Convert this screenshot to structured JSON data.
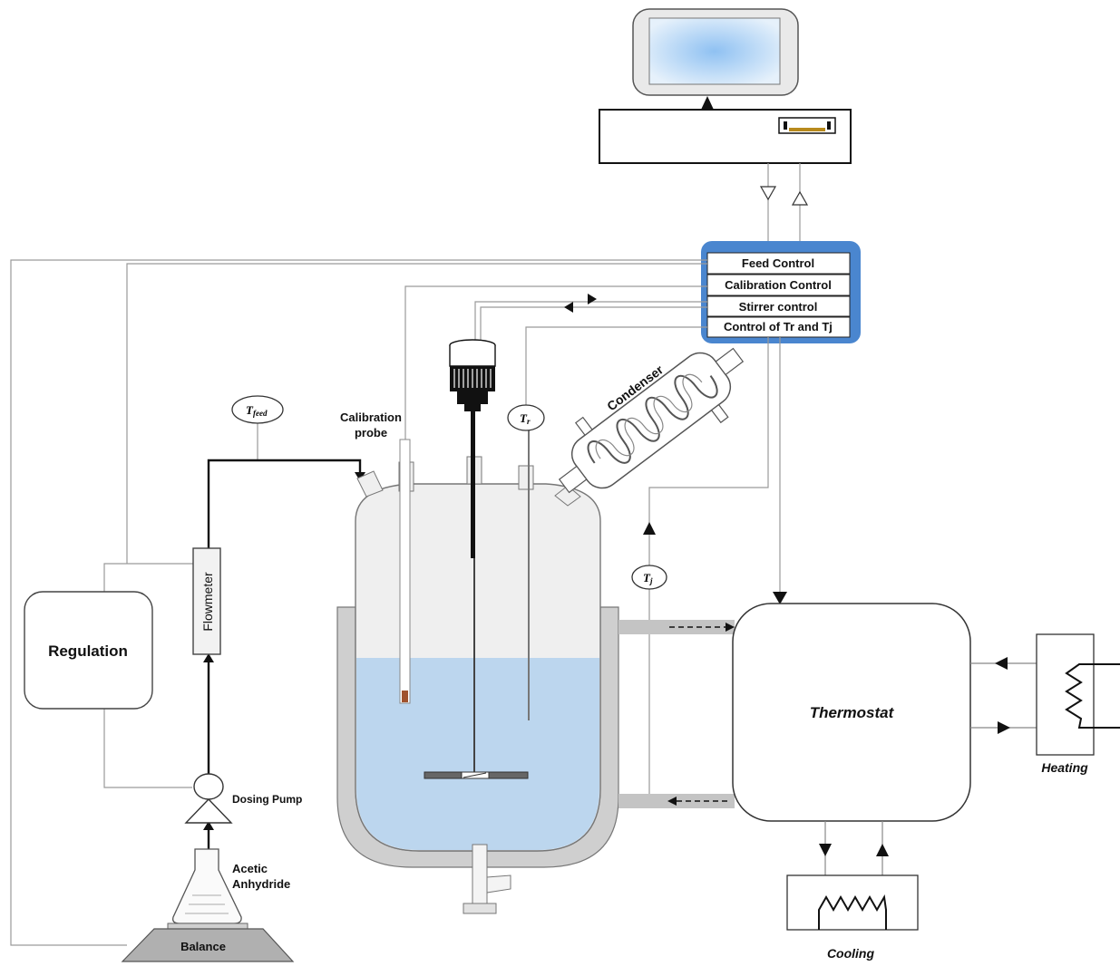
{
  "control_panel": {
    "items": [
      "Feed Control",
      "Calibration Control",
      "Stirrer control",
      "Control of Tr and Tj"
    ]
  },
  "labels": {
    "regulation": "Regulation",
    "flowmeter": "Flowmeter",
    "dosing_pump": "Dosing Pump",
    "acetic_line1": "Acetic",
    "acetic_line2": "Anhydride",
    "balance": "Balance",
    "calibration_line1": "Calibration",
    "calibration_line2": "probe",
    "condenser": "Condenser",
    "thermostat": "Thermostat",
    "heating": "Heating",
    "cooling": "Cooling",
    "tfeed_main": "T",
    "tfeed_sub": "feed",
    "tr_main": "T",
    "tr_sub": "r",
    "tj_main": "T",
    "tj_sub": "j"
  },
  "colors": {
    "control_panel_border": "#4a86cf",
    "liquid": "#bcd6ee",
    "vessel_wall": "#cfcfcf",
    "vessel_inner": "#efefef",
    "balance": "#b0b0b0",
    "monitor_screen": "#a8cdf0"
  }
}
